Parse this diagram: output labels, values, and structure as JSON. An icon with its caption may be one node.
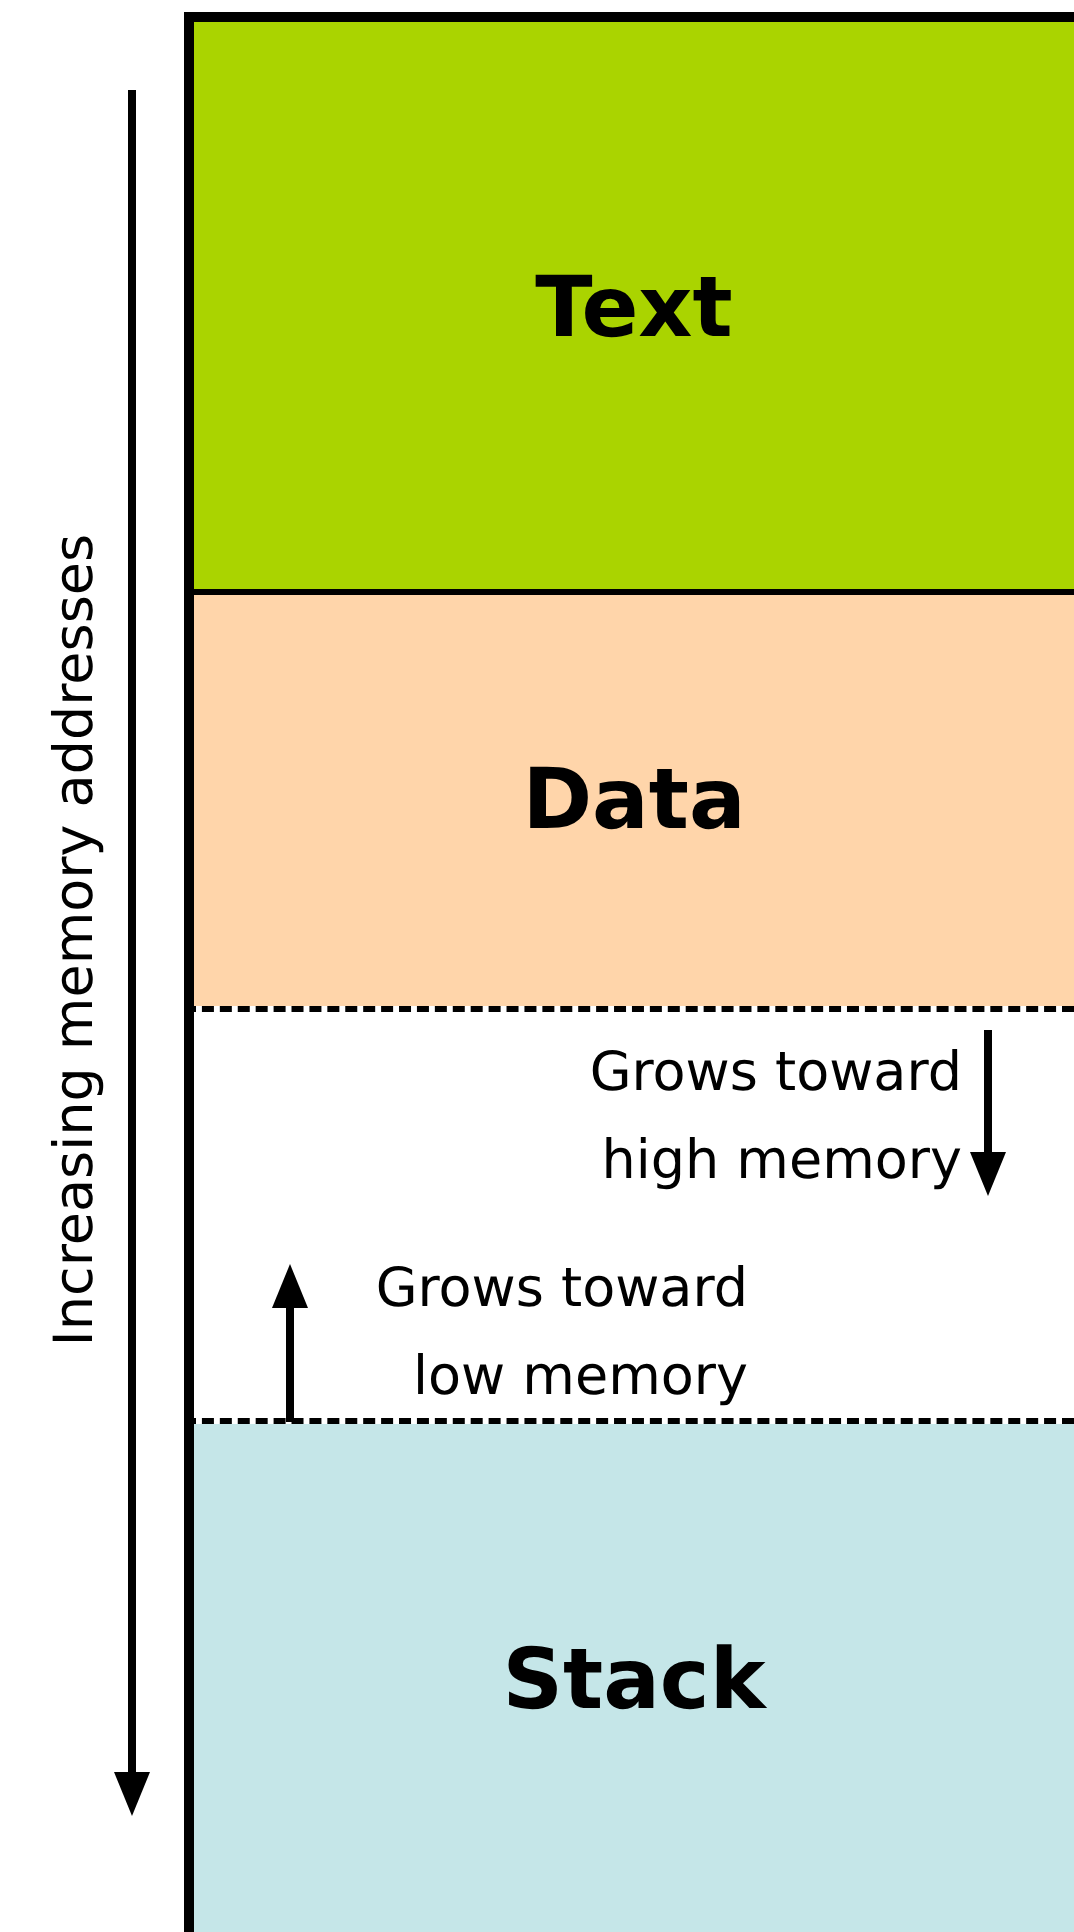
{
  "diagram": {
    "nodes": [
      {
        "text": [
          "Text"
        ]
      },
      {
        "text": [
          "Data"
        ]
      },
      {
        "text": [],
        "shape": "box"
      },
      {
        "text": [
          "Stack"
        ]
      }
    ],
    "labels": [
      "Increasing memory addresses",
      "Grows toward high memory",
      "Grows toward low memory"
    ]
  }
}
